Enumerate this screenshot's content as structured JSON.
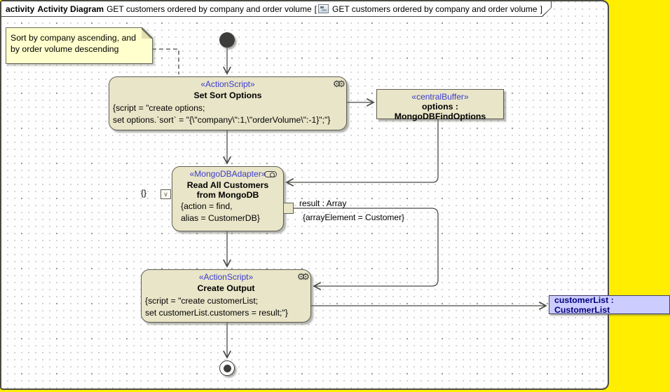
{
  "header": {
    "keyword": "activity",
    "diagram_type": "Activity Diagram",
    "diagram_name": "GET customers ordered by company and order volume",
    "bracket_open": "[",
    "frame_name": "GET customers ordered by company and order volume",
    "bracket_close": "]"
  },
  "note": {
    "text": "Sort by company ascending, and by order volume descending"
  },
  "nodes": {
    "set_sort_options": {
      "stereotype": "«ActionScript»",
      "name": "Set Sort Options",
      "body_line1": "{script = \"create options;",
      "body_line2": "set options.`sort` = \"{\\\"company\\\":1,\\\"orderVolume\\\":-1}\";\"}"
    },
    "central_buffer": {
      "stereotype": "«centralBuffer»",
      "name": "options : MongoDBFindOptions"
    },
    "read_customers": {
      "stereotype": "«MongoDBAdapter»",
      "name_line1": "Read All Customers",
      "name_line2": "from MongoDB",
      "body_line1": "{action = find,",
      "body_line2": "alias = CustomerDB}"
    },
    "create_output": {
      "stereotype": "«ActionScript»",
      "name": "Create Output",
      "body_line1": "{script = \"create customerList;",
      "body_line2": "set customerList.customers = result;\"}"
    }
  },
  "pins": {
    "input_value": "{}",
    "input_value_glyph": "∨",
    "result_label": "result : Array",
    "result_constraint": "{arrayElement = Customer}"
  },
  "output": {
    "customer_list": "customerList : CustomerList"
  },
  "icons": {
    "gears": "⚙⚙"
  },
  "colors": {
    "canvas_outside": "#ffee00",
    "node_fill": "#e9e5c8",
    "stereotype_text": "#3c3ccc",
    "note_fill": "#ffffcd",
    "output_fill": "#ccccfe",
    "output_text": "#00007d",
    "line": "#4a4a46"
  }
}
